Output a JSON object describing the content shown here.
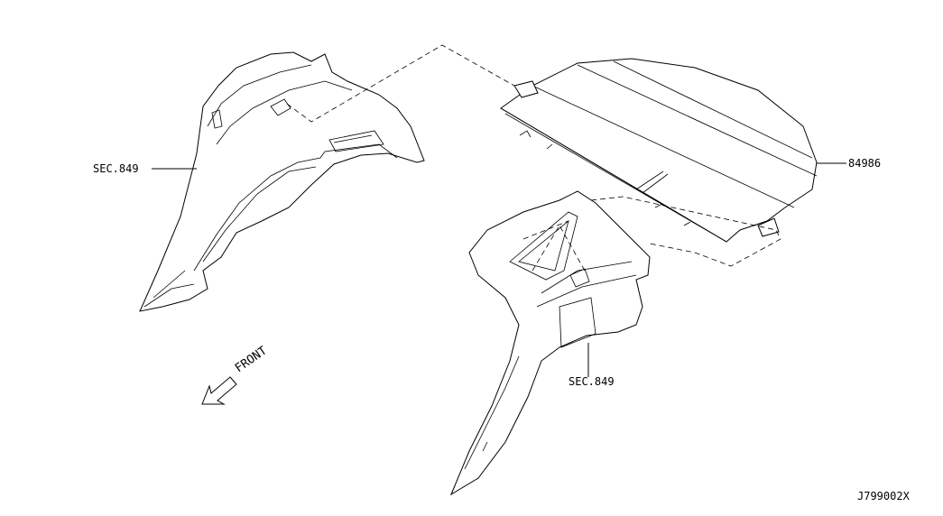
{
  "labels": {
    "left_panel_ref": "SEC.849",
    "right_panel_ref": "SEC.849",
    "tonneau_cover": "84986",
    "front_indicator": "FRONT",
    "diagram_code": "J799002X"
  }
}
